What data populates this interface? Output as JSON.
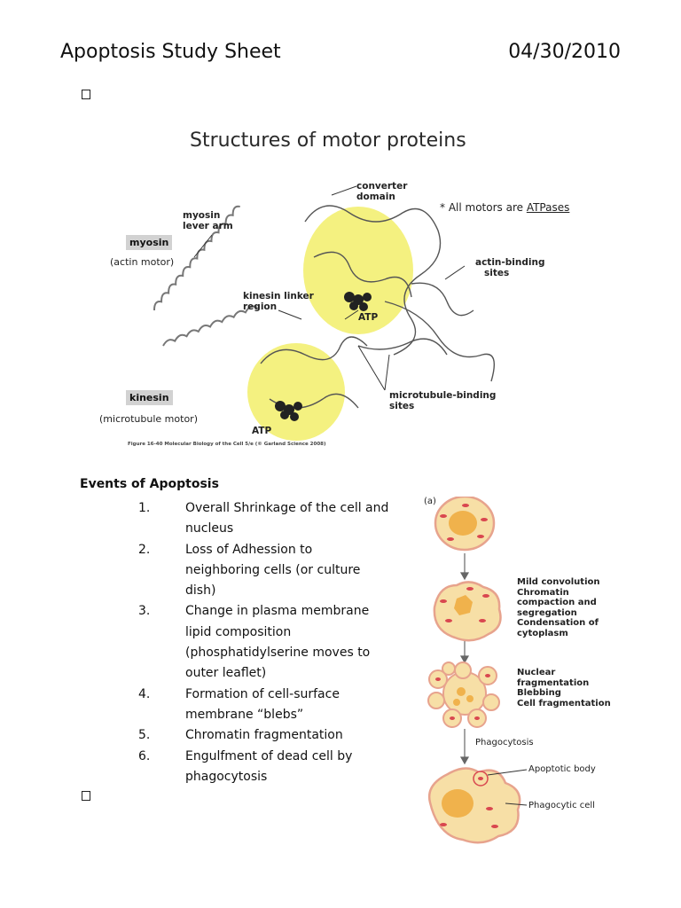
{
  "header": {
    "title": "Apoptosis Study Sheet",
    "date": "04/30/2010"
  },
  "figure1": {
    "title": "Structures of motor proteins",
    "note_prefix": "* All motors are ",
    "note_link": "ATPases",
    "labels": {
      "converter_domain": [
        "converter",
        "domain"
      ],
      "myosin_lever_arm": [
        "myosin",
        "lever arm"
      ],
      "myosin": "myosin",
      "actin_motor": "(actin motor)",
      "actin_binding": [
        "actin-binding",
        "sites"
      ],
      "kinesin_linker": [
        "kinesin linker",
        "region"
      ],
      "atp1": "ATP",
      "atp2": "ATP",
      "kinesin": "kinesin",
      "microtubule_motor": "(microtubule motor)",
      "microtubule_binding": [
        "microtubule-binding",
        "sites"
      ]
    },
    "caption": "Figure 16-40 Molecular Biology of the Cell 5/e (© Garland Science 2008)"
  },
  "events": {
    "heading": "Events of Apoptosis",
    "items": [
      {
        "num": "1.",
        "lines": [
          "Overall Shrinkage of the cell and",
          "nucleus"
        ]
      },
      {
        "num": "2.",
        "lines": [
          "Loss of Adhession to",
          "neighboring cells (or culture",
          "dish)"
        ]
      },
      {
        "num": "3.",
        "lines": [
          "Change in plasma membrane",
          "lipid composition",
          "(phosphatidylserine moves to",
          "outer leaflet)"
        ]
      },
      {
        "num": "4.",
        "lines": [
          "Formation of cell-surface",
          "membrane “blebs”"
        ]
      },
      {
        "num": "5.",
        "lines": [
          "Chromatin fragmentation"
        ]
      },
      {
        "num": "6.",
        "lines": [
          "Engulfment of dead cell by",
          "phagocytosis"
        ]
      }
    ]
  },
  "figure2": {
    "panel": "(a)",
    "stage2": [
      "Mild convolution",
      "Chromatin",
      "compaction and",
      "segregation",
      "Condensation of",
      "cytoplasm"
    ],
    "stage3": [
      "Nuclear",
      "fragmentation",
      "Blebbing",
      "Cell fragmentation"
    ],
    "phagocytosis": "Phagocytosis",
    "apoptotic_body": "Apoptotic body",
    "phagocytic_cell": "Phagocytic cell"
  },
  "colors": {
    "highlight": "#f2ee6a",
    "cell_fill": "#f7dfa6",
    "cell_edge": "#e7a38d",
    "nucleus": "#f0b24c",
    "organelle": "#d9474f"
  }
}
